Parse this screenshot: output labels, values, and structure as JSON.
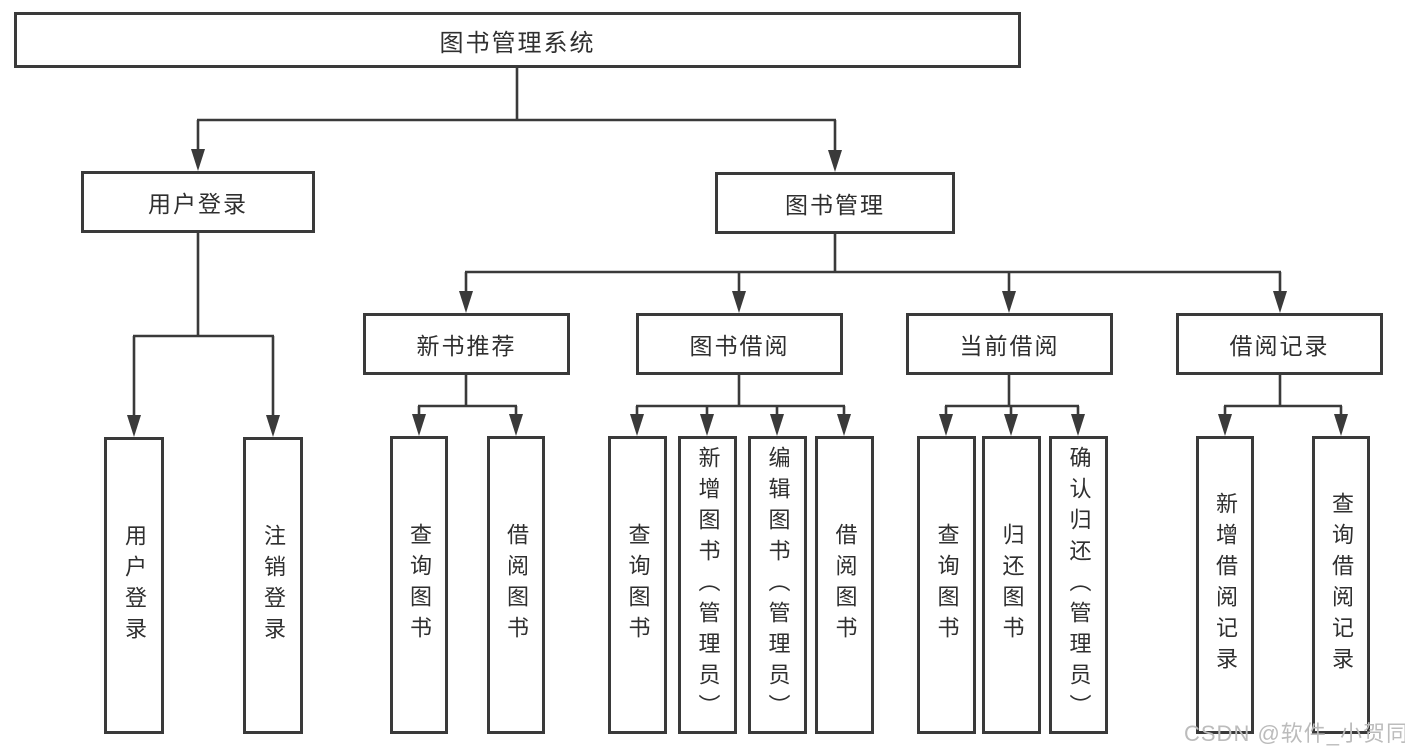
{
  "title": "图书管理系统",
  "branches": {
    "user_login": {
      "label": "用户登录",
      "children": [
        "用户登录",
        "注销登录"
      ]
    },
    "book_mgmt": {
      "label": "图书管理",
      "modules": {
        "new_books": {
          "label": "新书推荐",
          "children": [
            "查询图书",
            "借阅图书"
          ]
        },
        "borrowing": {
          "label": "图书借阅",
          "children": [
            "查询图书",
            "新增图书（管理员）",
            "编辑图书（管理员）",
            "借阅图书"
          ]
        },
        "current": {
          "label": "当前借阅",
          "children": [
            "查询图书",
            "归还图书",
            "确认归还（管理员）"
          ]
        },
        "records": {
          "label": "借阅记录",
          "children": [
            "新增借阅记录",
            "查询借阅记录"
          ]
        }
      }
    }
  },
  "watermark": "CSDN @软件_小贺同学",
  "colors": {
    "background": "#ffffff",
    "line": "#3a3a3a",
    "border": "#3a3a3a",
    "text": "#2f2f2f",
    "watermark": "#bcbcbc"
  }
}
